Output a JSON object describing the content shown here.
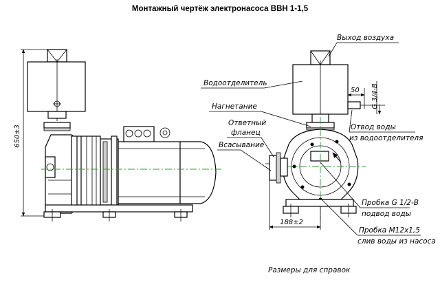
{
  "title": "Монтажный чертёж электронасоса ВВН 1-1,5",
  "labels": {
    "air_outlet": "Выход воздуха",
    "water_separator": "Водоотделитель",
    "discharge": "Нагнетание",
    "counter_flange_1": "Ответный",
    "counter_flange_2": "фланец",
    "suction": "Всасывание",
    "water_outlet_1": "Отвод воды",
    "water_outlet_2": "из водоотделителя",
    "plug_g_1": "Пробка G 1/2-B",
    "plug_g_2": "подвод воды",
    "plug_m_1": "Пробка M12x1,5",
    "plug_m_2": "слив воды из насоса"
  },
  "dimensions": {
    "height": "650±3",
    "width": "188±2",
    "offset": "50",
    "thread": "G 3/4-B"
  },
  "footnote": "Размеры для справок"
}
